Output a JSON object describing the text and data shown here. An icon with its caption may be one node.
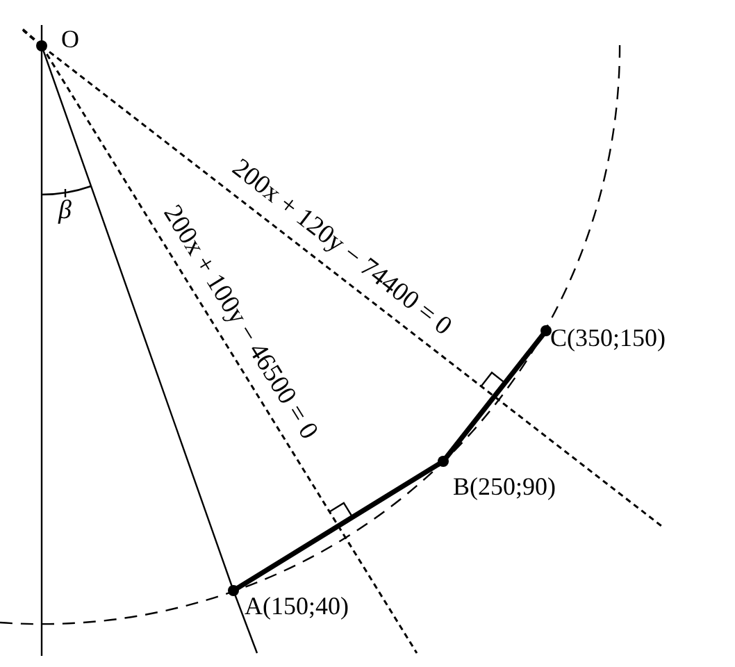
{
  "diagram": {
    "nodes": [
      {
        "text": [
          "O"
        ]
      },
      {
        "text": [
          "A(150;40)"
        ]
      },
      {
        "text": [
          "B(250;90)"
        ]
      },
      {
        "text": [
          "C(350;150)"
        ]
      }
    ],
    "edges": [
      {
        "from": 0,
        "to": 1,
        "arrow": "none"
      },
      {
        "from": 1,
        "to": 2,
        "arrow": "none",
        "style": "thick"
      },
      {
        "from": 2,
        "to": 3,
        "arrow": "none",
        "style": "thick"
      },
      {
        "from": 0,
        "to": null,
        "arrow": "none",
        "style": "dashed",
        "label": "200x + 100y − 46500 = 0"
      },
      {
        "from": 0,
        "to": null,
        "arrow": "none",
        "style": "dashed",
        "label": "200x + 120y − 74400 = 0"
      }
    ],
    "labels": [
      "β"
    ]
  }
}
